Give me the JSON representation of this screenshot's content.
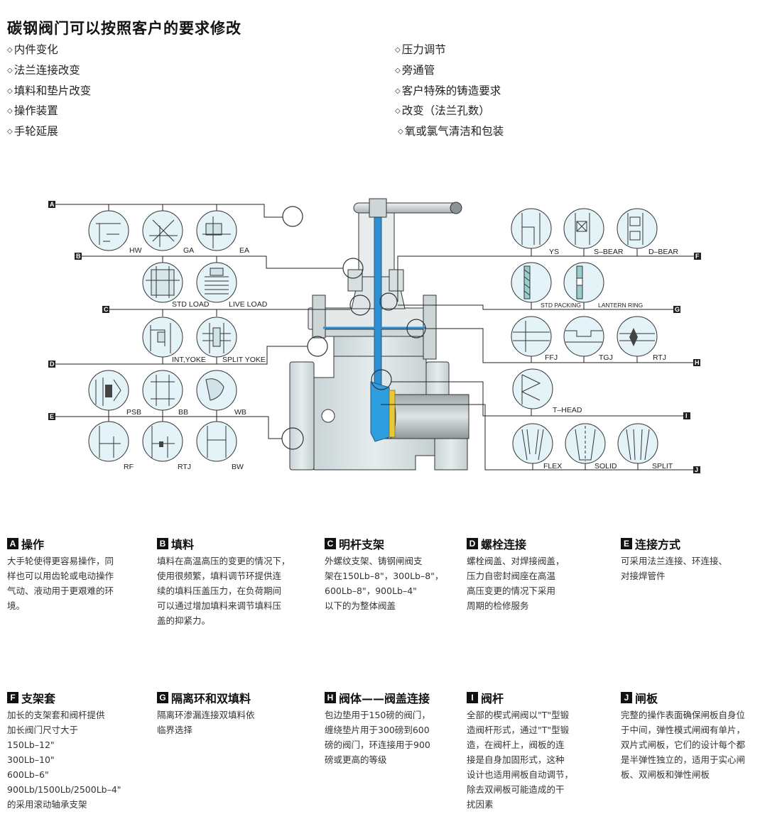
{
  "title": "碳钢阀门可以按照客户的要求修改",
  "marker": "◇",
  "features_left": [
    "内件变化",
    "法兰连接改变",
    "填料和垫片改变",
    "操作装置",
    "手轮延展"
  ],
  "features_right": [
    "压力调节",
    "旁通管",
    "客户特殊的铸造要求",
    "改变（法兰孔数）",
    "氧或氯气清洁和包装"
  ],
  "diagram": {
    "letters": [
      "A",
      "B",
      "C",
      "D",
      "E",
      "F",
      "G",
      "H",
      "I",
      "J"
    ],
    "labels": {
      "hw": "HW",
      "ga": "GA",
      "ea": "EA",
      "std_load": "STD LOAD",
      "live_load": "LIVE LOAD",
      "int_yoke": "INT,YOKE",
      "split_yoke": "SPLIT YOKE",
      "psb": "PSB",
      "bb": "BB",
      "wb": "WB",
      "rf": "RF",
      "rtj_e": "RTJ",
      "bw": "BW",
      "ys": "YS",
      "s_bear": "S–BEAR",
      "d_bear": "D–BEAR",
      "std_packing": "STD PACKING",
      "lantern_ring": "LANTERN RING",
      "ffj": "FFJ",
      "tgj": "TGJ",
      "rtj_h": "RTJ",
      "t_head": "T–HEAD",
      "flex": "FLEX",
      "solid": "SOLID",
      "split": "SPLIT"
    }
  },
  "descriptions": [
    {
      "letter": "A",
      "heading": "操作",
      "lines": [
        "大手轮使得更容易操作，同",
        "样也可以用齿轮或电动操作",
        "气动、液动用于更艰难的环",
        "境。"
      ]
    },
    {
      "letter": "B",
      "heading": "填料",
      "lines": [
        "填料在高温高压的变更的情况下，",
        "使用很频繁，填料调节环提供连",
        "续的填料压盖压力，在负荷期间",
        "可以通过增加填料来调节填料压",
        "盖的抑紧力。"
      ]
    },
    {
      "letter": "C",
      "heading": "明杆支架",
      "lines": [
        "外螺纹支架、铸钢闸阀支",
        "架在150Lb–8\"，300Lb–8\"，",
        "600Lb–8\"，900Lb–4\"",
        "以下的为整体阀盖"
      ]
    },
    {
      "letter": "D",
      "heading": "螺栓连接",
      "lines": [
        "螺栓阀盖、对焊接阀盖，",
        "压力自密封阀座在高温",
        "高压变更的情况下采用",
        "周期的检修服务"
      ]
    },
    {
      "letter": "E",
      "heading": "连接方式",
      "lines": [
        "可采用法兰连接、环连接、",
        "对接焊管件"
      ]
    },
    {
      "letter": "F",
      "heading": "支架套",
      "lines": [
        "加长的支架套和阀杆提供",
        "加长阀门尺寸大于",
        "150Lb–12\"",
        "300Lb–10\"",
        "600Lb–6\"",
        "900Lb/1500Lb/2500Lb–4\"",
        "的采用滚动轴承支架"
      ]
    },
    {
      "letter": "G",
      "heading": "隔离环和双填料",
      "lines": [
        "隔离环渗漏连接双填料依",
        "临界选择"
      ]
    },
    {
      "letter": "H",
      "heading": "阀体——阀盖连接",
      "lines": [
        "包边垫用于150磅的阀门，",
        "缠绕垫片用于300磅到600",
        "磅的阀门，环连接用于900",
        "磅或更高的等级"
      ]
    },
    {
      "letter": "I",
      "heading": "阀杆",
      "lines": [
        "全部的楔式闸阀以\"T\"型锻",
        "造阀杆形式，通过\"T\"型锻",
        "造，在阀杆上，阀板的连",
        "接是自身加固形式，这种",
        "设计也适用闸板自动调节，",
        "除去双闸板可能造成的干",
        "扰因素"
      ]
    },
    {
      "letter": "J",
      "heading": "闸板",
      "lines": [
        "完整的操作表面确保闸板自身位",
        "于中间，弹性模式闸阀有单片，",
        "双片式闸板，它们的设计每个都",
        "是半弹性独立的，适用于实心闸",
        "板、双闸板和弹性闸板"
      ]
    }
  ]
}
